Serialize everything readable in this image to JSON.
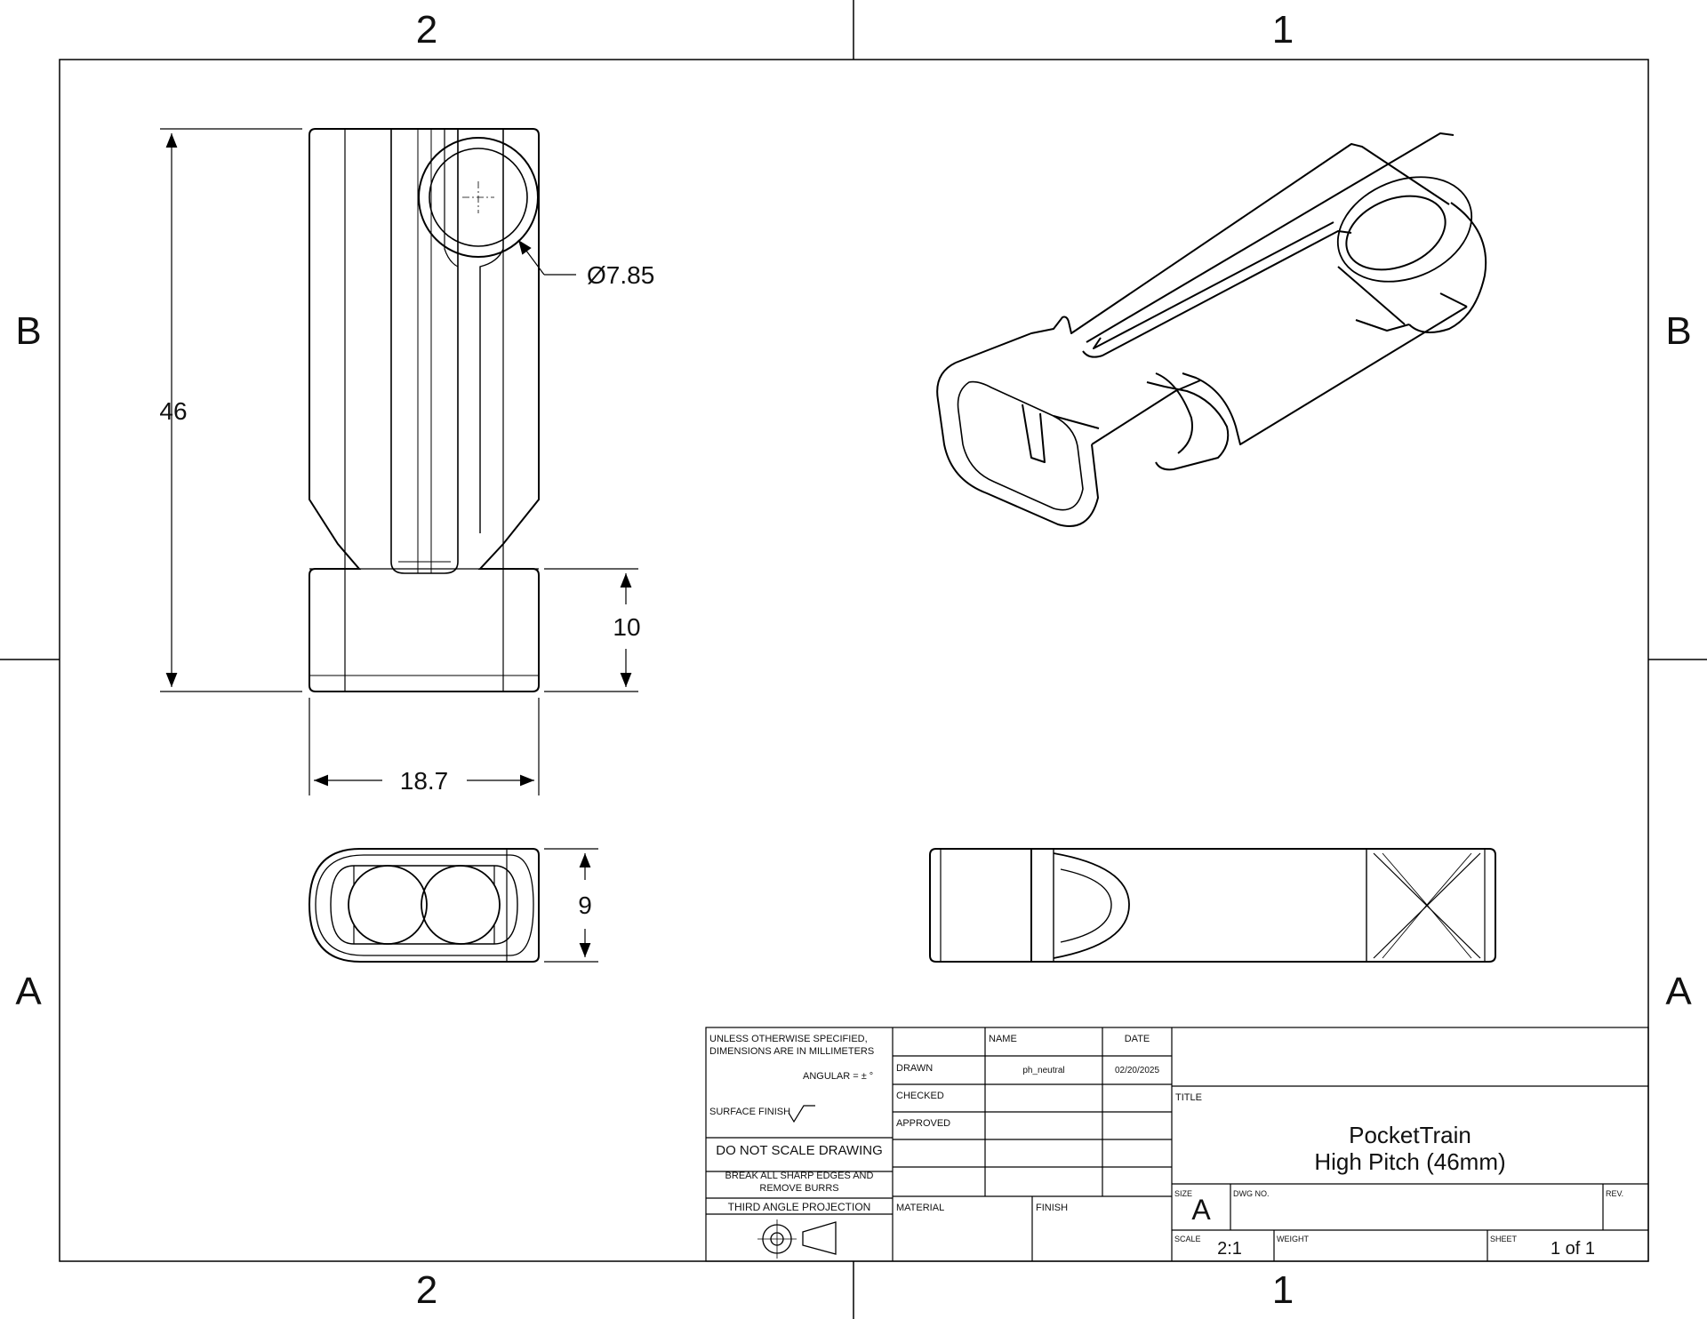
{
  "zones": {
    "top": [
      "2",
      "1"
    ],
    "bottom": [
      "2",
      "1"
    ],
    "left": [
      "B",
      "A"
    ],
    "right": [
      "B",
      "A"
    ]
  },
  "dimensions": {
    "height": "46",
    "lower_height": "10",
    "width": "18.7",
    "depth": "9",
    "hole_diameter": "Ø7.85"
  },
  "title_block": {
    "tolerance_line1": "UNLESS OTHERWISE SPECIFIED,",
    "tolerance_line2": "DIMENSIONS ARE IN MILLIMETERS",
    "angular": "ANGULAR = ± °",
    "surface_finish": "SURFACE FINISH",
    "do_not_scale": "DO NOT SCALE DRAWING",
    "break_edges_line1": "BREAK ALL SHARP EDGES AND",
    "break_edges_line2": "REMOVE BURRS",
    "projection": "THIRD ANGLE PROJECTION",
    "col_name": "NAME",
    "col_date": "DATE",
    "row_drawn": "DRAWN",
    "row_checked": "CHECKED",
    "row_approved": "APPROVED",
    "drawn_name": "ph_neutral",
    "drawn_date": "02/20/2025",
    "material_label": "MATERIAL",
    "finish_label": "FINISH",
    "title_label": "TITLE",
    "title_line1": "PocketTrain",
    "title_line2": "High Pitch (46mm)",
    "size_label": "SIZE",
    "size_value": "A",
    "dwg_no_label": "DWG NO.",
    "rev_label": "REV.",
    "scale_label": "SCALE",
    "scale_value": "2:1",
    "weight_label": "WEIGHT",
    "sheet_label": "SHEET",
    "sheet_value": "1 of 1"
  }
}
